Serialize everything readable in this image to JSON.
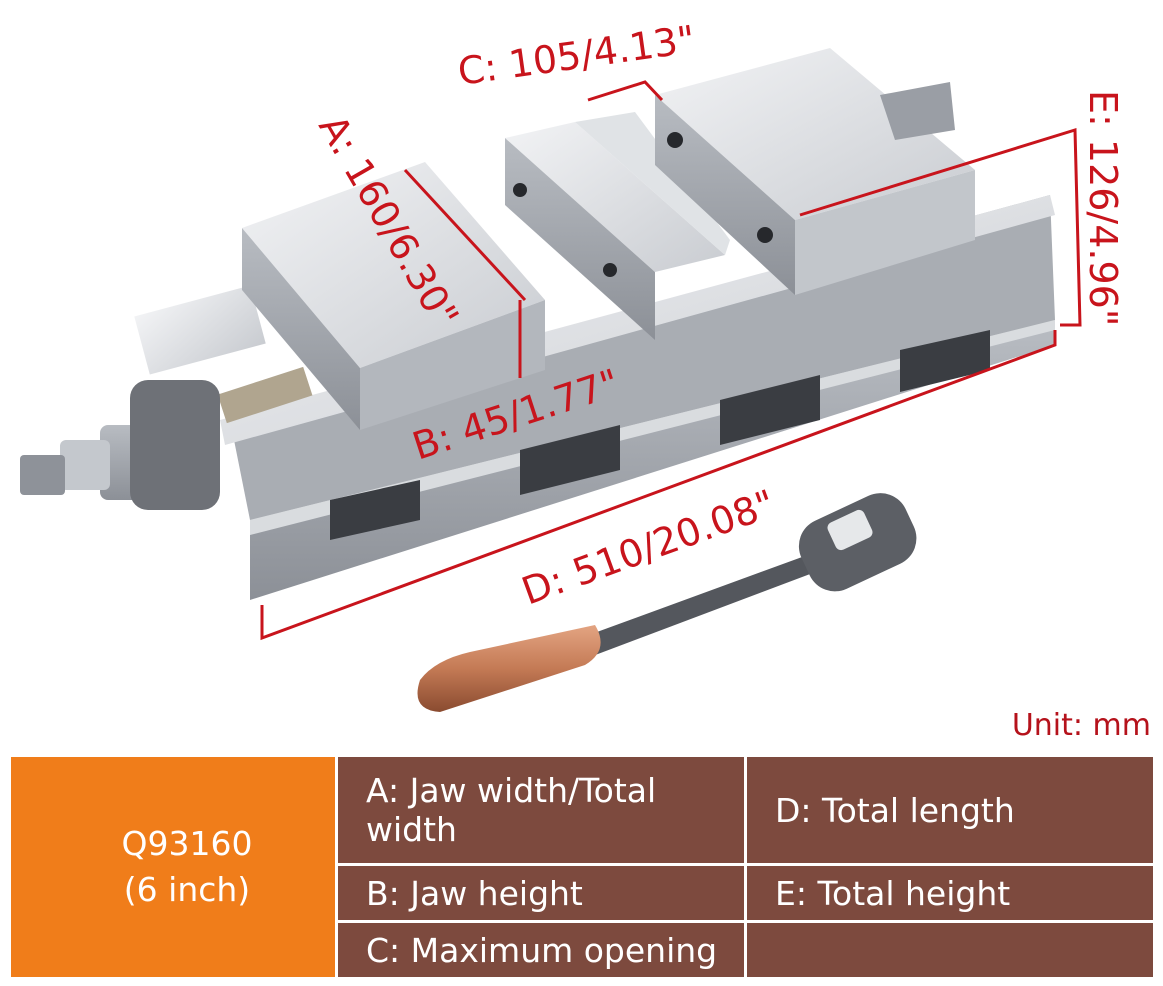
{
  "dimensions": {
    "a": "A: 160/6.30\"",
    "b": "B: 45/1.77\"",
    "c": "C: 105/4.13\"",
    "d": "D: 510/20.08\"",
    "e": "E: 126/4.96\""
  },
  "unit": "Unit: mm",
  "spec_table": {
    "model_line1": "Q93160",
    "model_line2": "(6 inch)",
    "a": "A: Jaw width/Total width",
    "b": "B: Jaw height",
    "c": "C: Maximum opening",
    "d": "D: Total length",
    "e": "E: Total height",
    "empty": ""
  },
  "colors": {
    "dimension_red": "#c8141c",
    "model_orange": "#f07d1a",
    "cell_brown": "#7d4a3e"
  }
}
